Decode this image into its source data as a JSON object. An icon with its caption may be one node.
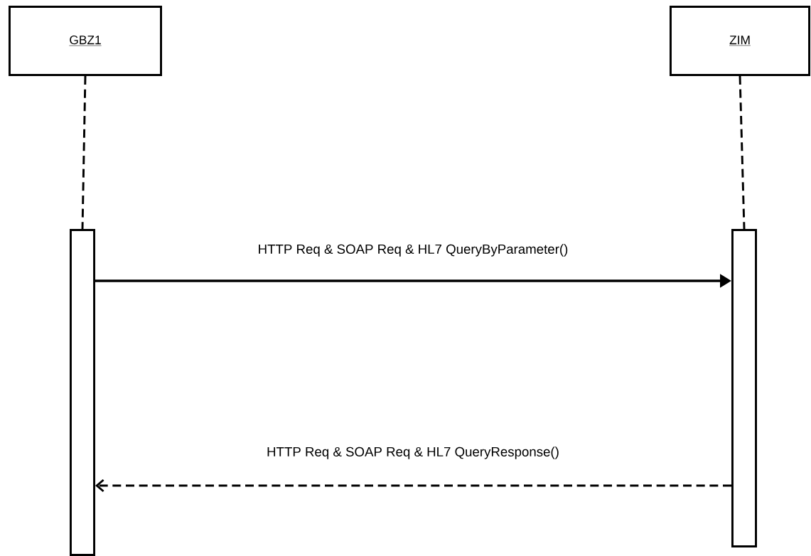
{
  "diagram": {
    "nodes": [
      {
        "text": [
          "GBZ1"
        ]
      },
      {
        "text": [
          "ZIM"
        ]
      },
      {
        "text": [],
        "shape": "bar"
      },
      {
        "text": [],
        "shape": "bar"
      }
    ],
    "edges": [
      {
        "from": 0,
        "to": 2,
        "arrow": "none",
        "style": "dashed"
      },
      {
        "from": 1,
        "to": 3,
        "arrow": "none",
        "style": "dashed"
      },
      {
        "from": 2,
        "to": 3,
        "arrow": "to",
        "label": "HTTP Req & SOAP Req & HL7 QueryByParameter()"
      },
      {
        "from": 3,
        "to": 2,
        "arrow": "to",
        "style": "dashed",
        "label": "HTTP Req & SOAP Req & HL7 QueryResponse()"
      }
    ]
  }
}
